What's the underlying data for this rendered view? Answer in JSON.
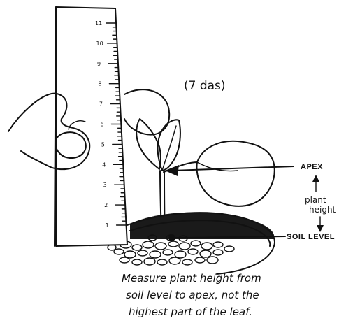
{
  "ruler": {
    "ticks": [
      "1",
      "2",
      "3",
      "4",
      "5",
      "6",
      "7",
      "8",
      "9",
      "10",
      "11"
    ]
  },
  "annotation": {
    "age": "(7 das)"
  },
  "labels": {
    "apex": "APEX",
    "plant": "plant",
    "height": "height",
    "soil_level": "SOIL LEVEL"
  },
  "caption": {
    "line1": "Measure plant height from",
    "line2": "soil level to apex, not the",
    "line3": "highest part of the leaf."
  },
  "icons": {
    "arrow_apex": "arrow-left-icon",
    "arrow_up": "arrow-up-icon",
    "arrow_down": "arrow-down-icon",
    "soil_dot": "dot-icon"
  }
}
